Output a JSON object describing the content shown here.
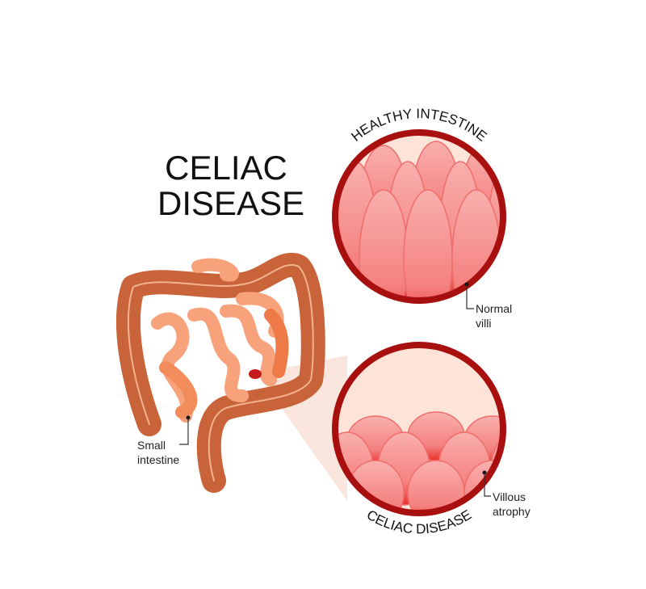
{
  "title": {
    "line1": "CELIAC",
    "line2": "DISEASE"
  },
  "healthy_panel": {
    "caption": "HEALTHY INTESTINE",
    "label_line1": "Normal",
    "label_line2": "villi"
  },
  "celiac_panel": {
    "caption": "CELIAC DISEASE",
    "label_line1": "Villous",
    "label_line2": "atrophy"
  },
  "intestine_label": {
    "line1": "Small",
    "line2": "intestine"
  },
  "colors": {
    "frame": "#a81010",
    "villi": "#f58a8a",
    "colon": "#c8633a",
    "small_intestine": "#f7a27a"
  }
}
